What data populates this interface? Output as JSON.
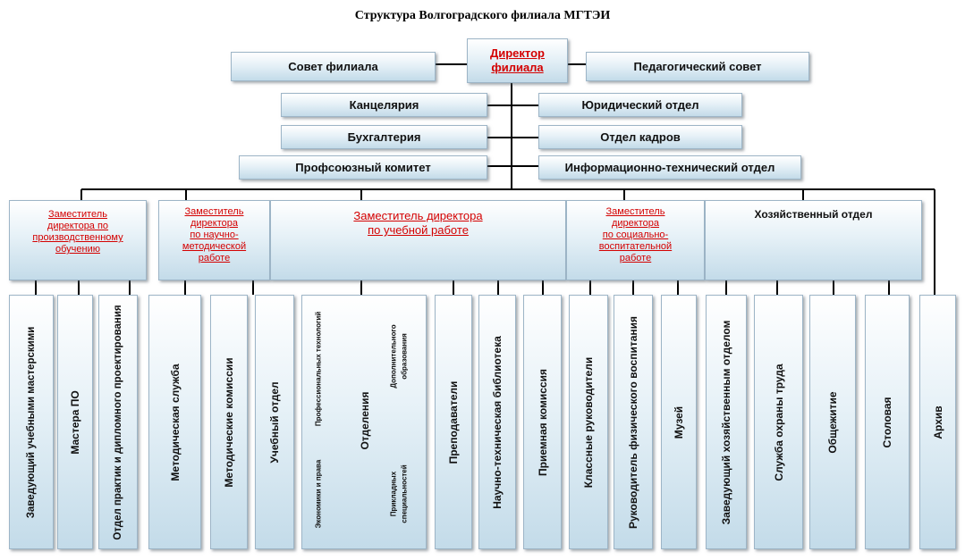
{
  "title": "Структура Волгоградского филиала МГТЭИ",
  "director": {
    "line1": "Директор",
    "line2": "филиала"
  },
  "top_row": {
    "left": "Совет филиала",
    "right": "Педагогический  совет"
  },
  "admin_units": {
    "kancelyariya": "Канцелярия",
    "yuridicheskiy": "Юридический отдел",
    "buhgalteriya": "Бухгалтерия",
    "kadry": "Отдел кадров",
    "profsoyuz": "Профсоюзный комитет",
    "it": "Информационно-технический отдел"
  },
  "departments": [
    {
      "lines": [
        "Заместитель",
        "директора  по",
        "производственному",
        "обучению"
      ]
    },
    {
      "lines": [
        "Заместитель",
        "директора",
        "по научно-",
        "методической",
        "работе"
      ]
    },
    {
      "lines": [
        "Заместитель директора",
        "по учебной работе"
      ]
    },
    {
      "lines": [
        "Заместитель",
        "директора",
        "по социально-",
        "воспитательной",
        "работе"
      ]
    },
    {
      "lines": [
        "Хозяйственный отдел"
      ]
    }
  ],
  "units": {
    "u1": "Заведующий учебными мастерскими",
    "u2": "Мастера ПО",
    "u3": "Отдел практик и  дипломного проектирования",
    "u4": "Методическая служба",
    "u5": "Методические комиссии",
    "u6": "Учебный отдел",
    "u7": {
      "main": "Отделения",
      "sub1": "Профессиональных  технологий",
      "sub2": "Экономики и права",
      "sub3a": "Дополнительного",
      "sub3b": "образования",
      "sub4a": "Прикладных",
      "sub4b": "специальностей"
    },
    "u8": "Преподаватели",
    "u9": "Научно-техническая библиотека",
    "u10": "Приемная комиссия",
    "u11": "Классные руководители",
    "u12": "Руководитель физического воспитания",
    "u13": "Музей",
    "u14": "Заведующий хозяйственным отделом",
    "u15": "Служба охраны труда",
    "u16": "Общежитие",
    "u17": "Столовая",
    "u18": "Архив"
  },
  "colors": {
    "line": "#000000",
    "red_text": "#d40000",
    "box_top": "#ffffff",
    "box_bottom": "#c3dbe9",
    "box_border": "#9db5c7"
  }
}
